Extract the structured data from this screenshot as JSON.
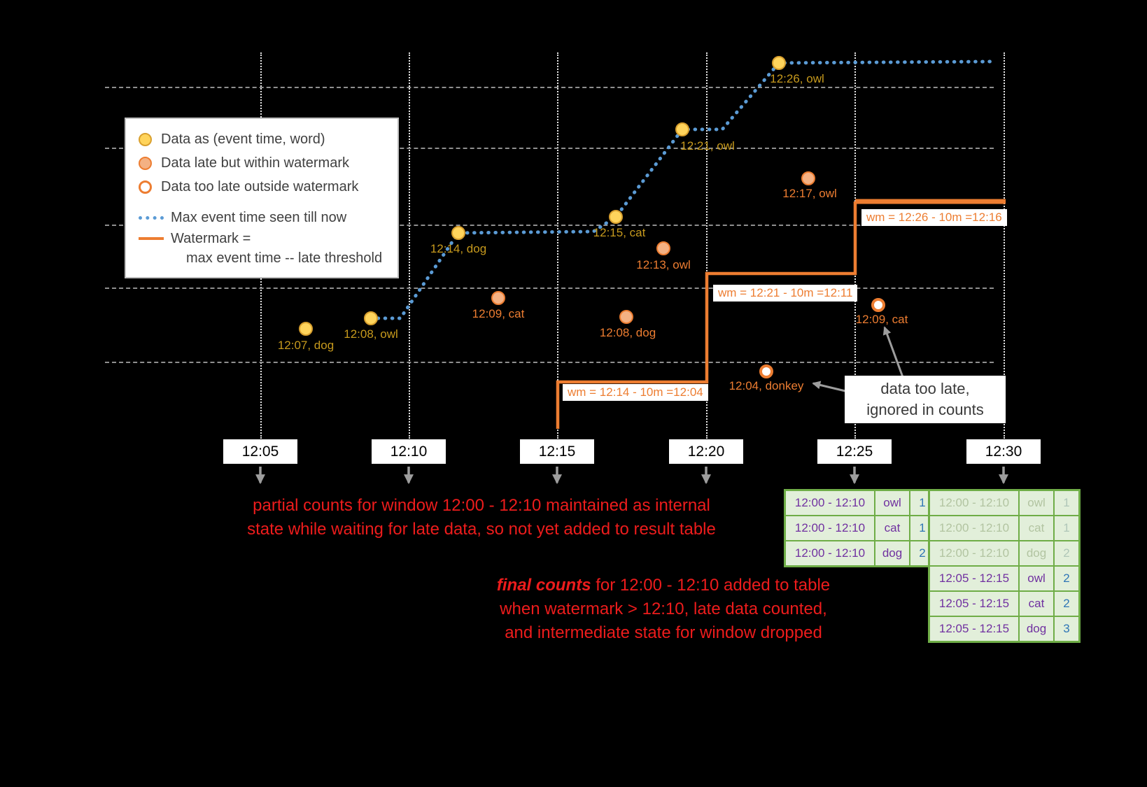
{
  "legend": {
    "items": [
      {
        "label": "Data as (event time, word)"
      },
      {
        "label": "Data late but within watermark"
      },
      {
        "label": "Data too late outside watermark"
      },
      {
        "label": "Max event time seen till now"
      },
      {
        "label": "Watermark =",
        "label2": "max event time -- late threshold"
      }
    ]
  },
  "points": [
    {
      "label": "12:07, dog",
      "kind": "ontime"
    },
    {
      "label": "12:08, owl",
      "kind": "ontime"
    },
    {
      "label": "12:14, dog",
      "kind": "ontime"
    },
    {
      "label": "12:15, cat",
      "kind": "ontime"
    },
    {
      "label": "12:21, owl",
      "kind": "ontime"
    },
    {
      "label": "12:26, owl",
      "kind": "ontime"
    },
    {
      "label": "12:09, cat",
      "kind": "late"
    },
    {
      "label": "12:08, dog",
      "kind": "late"
    },
    {
      "label": "12:13, owl",
      "kind": "late"
    },
    {
      "label": "12:17, owl",
      "kind": "late"
    },
    {
      "label": "12:04, donkey",
      "kind": "too_late"
    },
    {
      "label": "12:09, cat",
      "kind": "too_late"
    }
  ],
  "watermark_labels": [
    "wm = 12:14 - 10m =12:04",
    "wm = 12:21 - 10m =12:11",
    "wm = 12:26 - 10m =12:16"
  ],
  "axis_ticks": [
    "12:05",
    "12:10",
    "12:15",
    "12:20",
    "12:25",
    "12:30"
  ],
  "annotations": {
    "partial": {
      "line1": "partial counts for window 12:00 - 12:10 maintained as internal",
      "line2": "state while waiting for late data, so not yet added  to result table"
    },
    "final": {
      "emphasis": "final counts",
      "line1_rest": " for 12:00 - 12:10 added to table",
      "line2": "when watermark > 12:10, late data counted,",
      "line3": "and intermediate state for window dropped"
    },
    "too_late_callout": {
      "line1": "data too late,",
      "line2": "ignored in counts"
    }
  },
  "result_tables": {
    "at_1225": {
      "rows": [
        {
          "window": "12:00 - 12:10",
          "word": "owl",
          "count": "1"
        },
        {
          "window": "12:00 - 12:10",
          "word": "cat",
          "count": "1"
        },
        {
          "window": "12:00 - 12:10",
          "word": "dog",
          "count": "2"
        }
      ]
    },
    "at_1230": {
      "rows": [
        {
          "window": "12:00 - 12:10",
          "word": "owl",
          "count": "1",
          "faded": true
        },
        {
          "window": "12:00 - 12:10",
          "word": "cat",
          "count": "1",
          "faded": true
        },
        {
          "window": "12:00 - 12:10",
          "word": "dog",
          "count": "2",
          "faded": true
        },
        {
          "window": "12:05 - 12:15",
          "word": "owl",
          "count": "2",
          "faded": false
        },
        {
          "window": "12:05 - 12:15",
          "word": "cat",
          "count": "2",
          "faded": false
        },
        {
          "window": "12:05 - 12:15",
          "word": "dog",
          "count": "3",
          "faded": false
        }
      ]
    }
  },
  "colors": {
    "background": "#000000",
    "max_event_line_blue": "#5B9BD5",
    "watermark_orange": "#ED7D31",
    "ontime_fill": "#FFD45C",
    "late_fill": "#F4B183",
    "note_red": "#ED1C1C",
    "window_purple": "#7030A0",
    "count_blue": "#2E75B6",
    "table_green": "#6FAD47"
  }
}
